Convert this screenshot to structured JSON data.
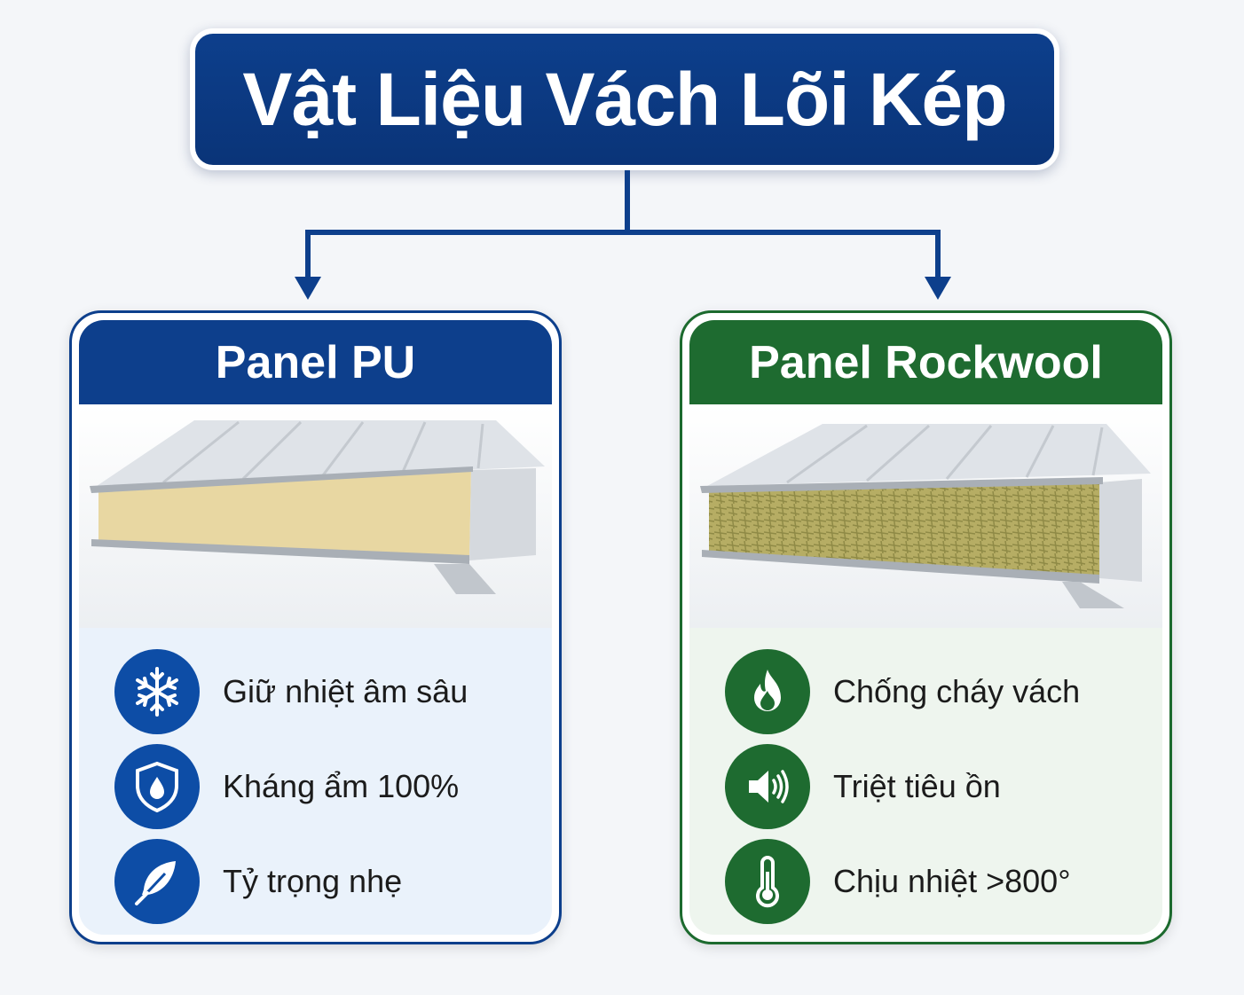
{
  "title": "Vật Liệu Vách Lõi Kép",
  "colors": {
    "pu_primary": "#0d3f8c",
    "rockwool_primary": "#1e6b30",
    "pu_core": "#e9d8a4",
    "rockwool_core": "#b6ad64"
  },
  "panels": [
    {
      "name": "Panel PU",
      "image": "pu-sandwich-panel",
      "features": [
        {
          "icon": "snowflake-icon",
          "label": "Giữ nhiệt âm sâu"
        },
        {
          "icon": "shield-drop-icon",
          "label": "Kháng ẩm 100%"
        },
        {
          "icon": "feather-icon",
          "label": "Tỷ trọng nhẹ"
        }
      ]
    },
    {
      "name": "Panel Rockwool",
      "image": "rockwool-sandwich-panel",
      "features": [
        {
          "icon": "flame-icon",
          "label": "Chống cháy vách"
        },
        {
          "icon": "speaker-icon",
          "label": "Triệt tiêu ồn"
        },
        {
          "icon": "thermometer-icon",
          "label": "Chịu nhiệt >800°"
        }
      ]
    }
  ]
}
